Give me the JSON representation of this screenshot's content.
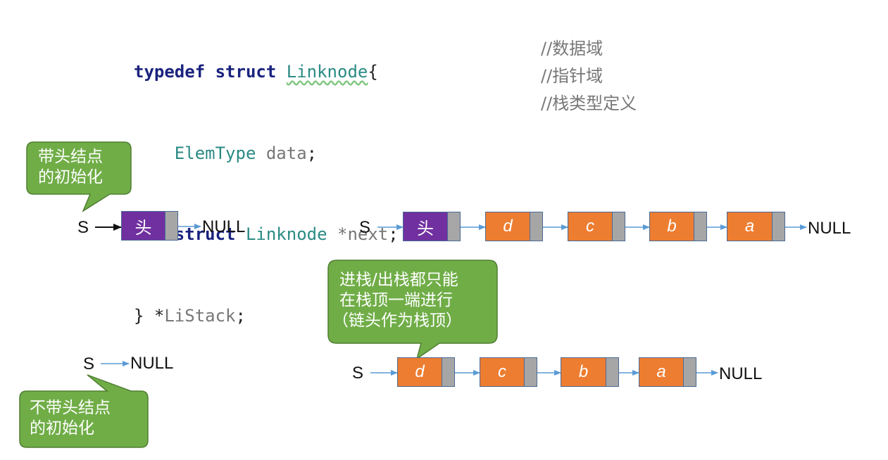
{
  "code": {
    "line1": {
      "kw": "typedef struct ",
      "name": "Linknode",
      "brace": "{"
    },
    "line2": {
      "type": "ElemType",
      "field": " data",
      "semi": ";",
      "comment": "//数据域"
    },
    "line3": {
      "kw": "struct ",
      "type": "Linknode",
      "field": " *next",
      "semi": ";",
      "comment": "//指针域"
    },
    "line4": {
      "brace": "} *",
      "name": "LiStack",
      "semi": ";",
      "comment": "//栈类型定义"
    }
  },
  "callouts": {
    "with_head": {
      "line1": "带头结点",
      "line2": "的初始化"
    },
    "stack_top": {
      "line1": "进栈/出栈都只能",
      "line2": "在栈顶一端进行",
      "line3": "（链头作为栈顶）"
    },
    "without_head": {
      "line1": "不带头结点",
      "line2": "的初始化"
    }
  },
  "diagrams": {
    "init_with_head": {
      "pointer": "S",
      "head": "头",
      "end": "NULL"
    },
    "init_without_head": {
      "pointer": "S",
      "end": "NULL"
    },
    "stack_with_head": {
      "pointer": "S",
      "head": "头",
      "nodes": [
        "d",
        "c",
        "b",
        "a"
      ],
      "end": "NULL"
    },
    "stack_without_head": {
      "pointer": "S",
      "nodes": [
        "d",
        "c",
        "b",
        "a"
      ],
      "end": "NULL"
    }
  },
  "colors": {
    "head_node": "#7030a0",
    "data_node": "#ed7d31",
    "pointer_field": "#a6a6a6",
    "callout": "#70ad47",
    "arrow": "#5b9bd5"
  }
}
